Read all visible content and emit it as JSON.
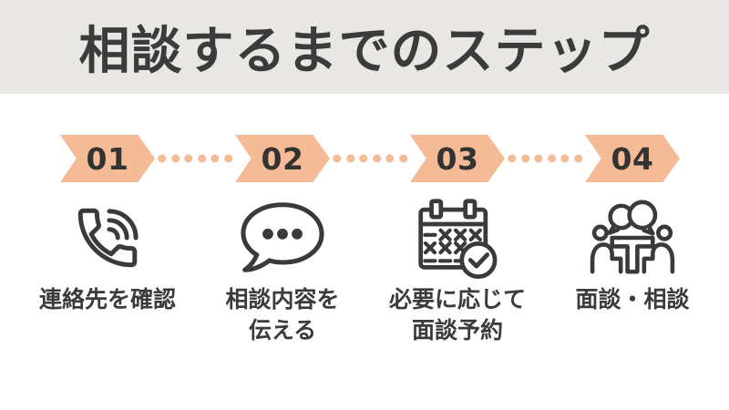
{
  "title": "相談するまでのステップ",
  "colors": {
    "background": "#FFFFFF",
    "header_bg": "#E9E7E4",
    "accent": "#F5BA96",
    "text": "#3B3B3B",
    "number_text": "#333333"
  },
  "steps": [
    {
      "number": "01",
      "icon": "phone-icon",
      "label_lines": [
        "連絡先を確認",
        ""
      ]
    },
    {
      "number": "02",
      "icon": "speech-bubble-icon",
      "label_lines": [
        "相談内容を",
        "伝える"
      ]
    },
    {
      "number": "03",
      "icon": "calendar-check-icon",
      "label_lines": [
        "必要に応じて",
        "面談予約"
      ]
    },
    {
      "number": "04",
      "icon": "meeting-icon",
      "label_lines": [
        "面談・相談",
        ""
      ]
    }
  ]
}
